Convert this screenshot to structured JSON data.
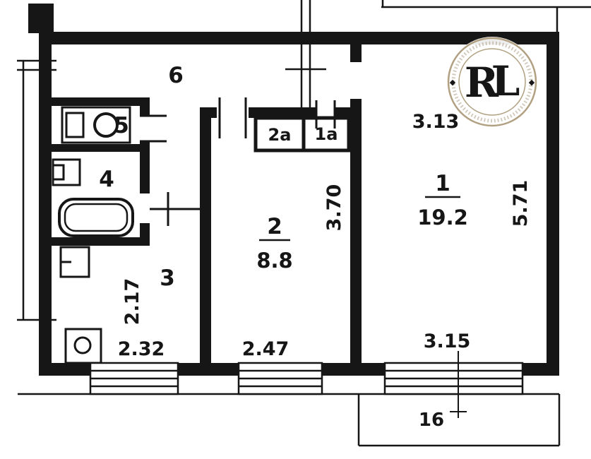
{
  "rooms": {
    "r1": {
      "num": "1",
      "area": "19.2"
    },
    "r2": {
      "num": "2",
      "area": "8.8"
    },
    "r3": {
      "num": "3"
    },
    "r4": {
      "num": "4"
    },
    "r5": {
      "num": "5"
    },
    "r6": {
      "num": "6"
    },
    "c2a": {
      "num": "2а"
    },
    "c1a": {
      "num": "1а"
    },
    "balcony": {
      "num": "16"
    }
  },
  "dims": {
    "d313": "3.13",
    "d571": "5.71",
    "d370": "3.70",
    "d247": "2.47",
    "d217": "2.17",
    "d232": "2.32",
    "d315": "3.15"
  },
  "watermark": {
    "r": "R",
    "l": "L"
  },
  "colors": {
    "ink": "#161616",
    "paper": "#ffffff",
    "wm_gray": "#8d8379",
    "wm_gold": "#c29a2e",
    "wm_ring": "#b1a182"
  }
}
